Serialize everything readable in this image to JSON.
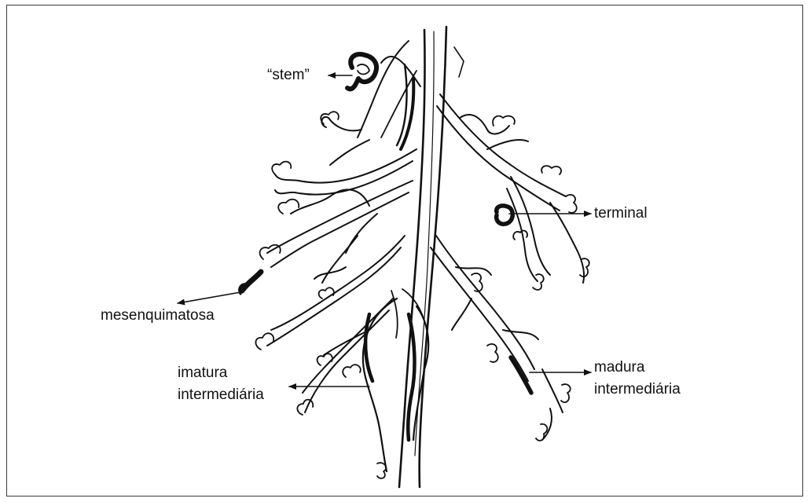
{
  "labels": {
    "stem": "“stem”",
    "terminal": "terminal",
    "mesenquimatosa": "mesenquimatosa",
    "imatura": [
      "imatura",
      "intermediária"
    ],
    "madura": [
      "madura",
      "intermediária"
    ]
  },
  "colors": {
    "ink": "#111111",
    "frame": "#3a3a3a",
    "background": "#ffffff"
  }
}
